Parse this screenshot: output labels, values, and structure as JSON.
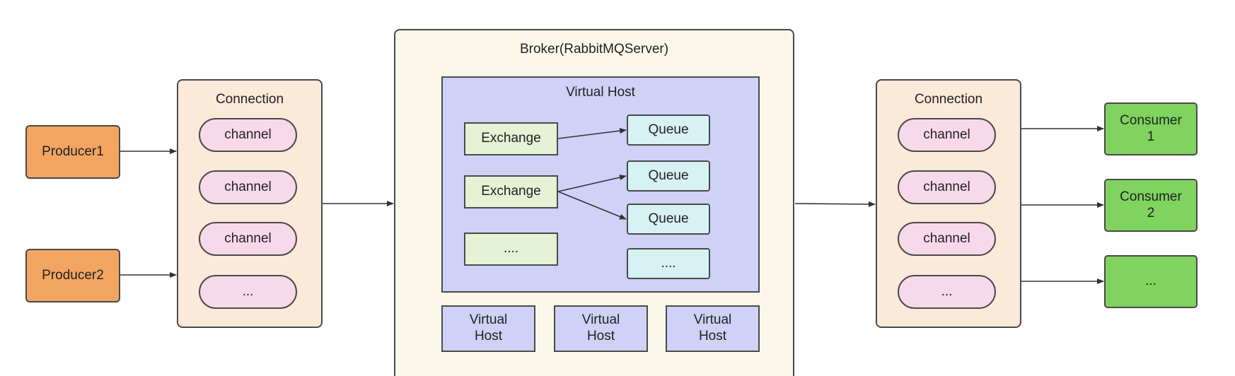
{
  "producers": [
    "Producer1",
    "Producer2"
  ],
  "connection_left": {
    "title": "Connection",
    "channels": [
      "channel",
      "channel",
      "channel",
      "..."
    ]
  },
  "broker": {
    "title": "Broker(RabbitMQServer)",
    "vhost": {
      "title": "Virtual Host",
      "exchanges": [
        "Exchange",
        "Exchange",
        "...."
      ],
      "queues": [
        "Queue",
        "Queue",
        "Queue",
        "...."
      ]
    },
    "other_vhosts": [
      "Virtual Host",
      "Virtual Host",
      "Virtual Host"
    ]
  },
  "connection_right": {
    "title": "Connection",
    "channels": [
      "channel",
      "channel",
      "channel",
      "..."
    ]
  },
  "consumers": [
    "Consumer 1",
    "Consumer 2",
    "..."
  ],
  "colors": {
    "producer": "#f2a560",
    "consumer": "#7fd35e",
    "connection": "#fbe9da",
    "channel": "#f8d9ea",
    "broker": "#fbf8ea",
    "virtual_host": "#cfd2f6",
    "exchange": "#e4f2d6",
    "queue": "#d7f2f2"
  }
}
